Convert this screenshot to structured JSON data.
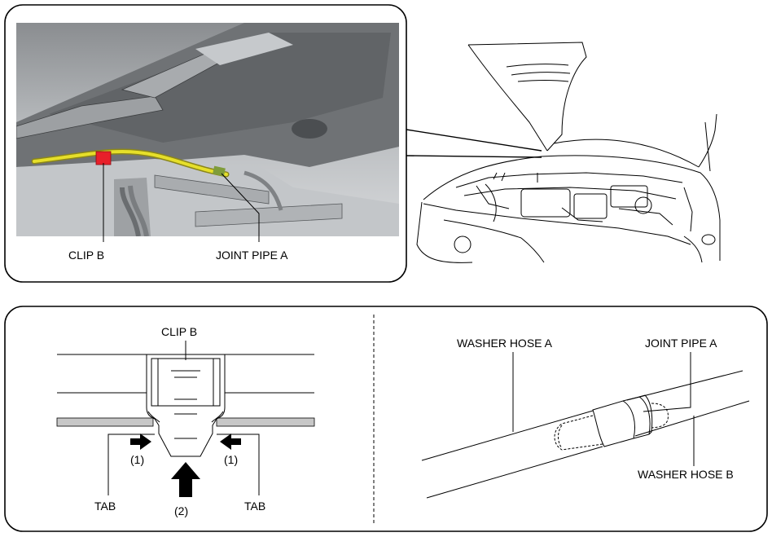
{
  "top_panel": {
    "labels": {
      "clip_b": "CLIP B",
      "joint_pipe_a": "JOINT PIPE A"
    }
  },
  "bottom_left": {
    "labels": {
      "clip_b": "CLIP B",
      "step_1_left": "(1)",
      "step_1_right": "(1)",
      "step_2": "(2)",
      "tab_left": "TAB",
      "tab_right": "TAB"
    }
  },
  "bottom_right": {
    "labels": {
      "washer_hose_a": "WASHER HOSE A",
      "joint_pipe_a": "JOINT PIPE A",
      "washer_hose_b": "WASHER HOSE B"
    }
  },
  "colors": {
    "hose": "#e6df2a",
    "clip": "#e8202a",
    "joint": "#7f9c3a"
  }
}
